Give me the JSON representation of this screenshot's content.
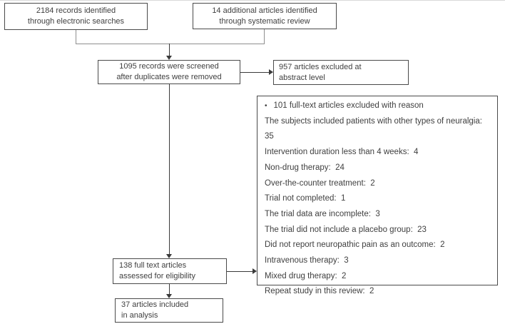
{
  "figure": {
    "type": "prisma-flow-diagram",
    "background_color": "#ffffff",
    "box_border_color": "#4a4a4a",
    "connector_color": "#8f8f8f",
    "arrow_color": "#3a3a3a",
    "text_color": "#3f3f3f"
  },
  "boxes": {
    "identified_electronic": {
      "line1": "2184 records identified",
      "line2": "through electronic searches"
    },
    "identified_systematic": {
      "line1": "14 additional articles identified",
      "line2": "through systematic review"
    },
    "screened": {
      "line1": "1095 records were screened",
      "line2": "after duplicates were removed"
    },
    "excluded_abstract": {
      "line1": "957 articles excluded at",
      "line2": "abstract level"
    },
    "eligibility": {
      "line1": "138 full text articles",
      "line2": "assessed for eligibility"
    },
    "included": {
      "line1": "37 articles included",
      "line2": "in analysis"
    }
  },
  "exclusions": {
    "bullet": "•",
    "header": "101 full-text articles excluded with reason",
    "separator": ":  ",
    "reasons": [
      {
        "label": "The subjects included patients with other types of neuralgia",
        "count": 35
      },
      {
        "label": "Intervention duration less than 4 weeks",
        "count": 4
      },
      {
        "label": "Non-drug therapy",
        "count": 24
      },
      {
        "label": "Over-the-counter treatment",
        "count": 2
      },
      {
        "label": "Trial not completed",
        "count": 1
      },
      {
        "label": "The trial data are incomplete",
        "count": 3
      },
      {
        "label": "The trial did not include a placebo group",
        "count": 23
      },
      {
        "label": "Did not report neuropathic pain as an outcome",
        "count": 2
      },
      {
        "label": "Intravenous therapy",
        "count": 3
      },
      {
        "label": "Mixed drug therapy",
        "count": 2
      },
      {
        "label": "Repeat study in this review",
        "count": 2
      }
    ]
  }
}
